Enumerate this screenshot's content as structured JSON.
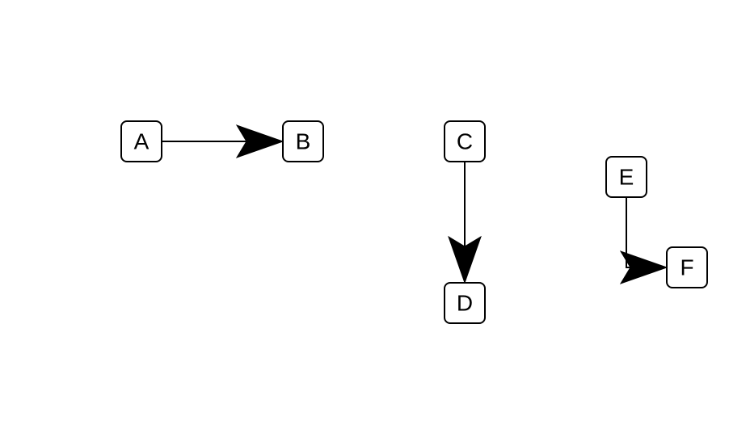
{
  "diagram": {
    "nodes": [
      {
        "id": "A",
        "label": "A"
      },
      {
        "id": "B",
        "label": "B"
      },
      {
        "id": "C",
        "label": "C"
      },
      {
        "id": "D",
        "label": "D"
      },
      {
        "id": "E",
        "label": "E"
      },
      {
        "id": "F",
        "label": "F"
      }
    ],
    "edges": [
      {
        "from": "A",
        "to": "B"
      },
      {
        "from": "C",
        "to": "D"
      },
      {
        "from": "E",
        "to": "F"
      }
    ],
    "colors": {
      "stroke": "#000000",
      "fill": "#ffffff",
      "background": "#ffffff"
    }
  }
}
